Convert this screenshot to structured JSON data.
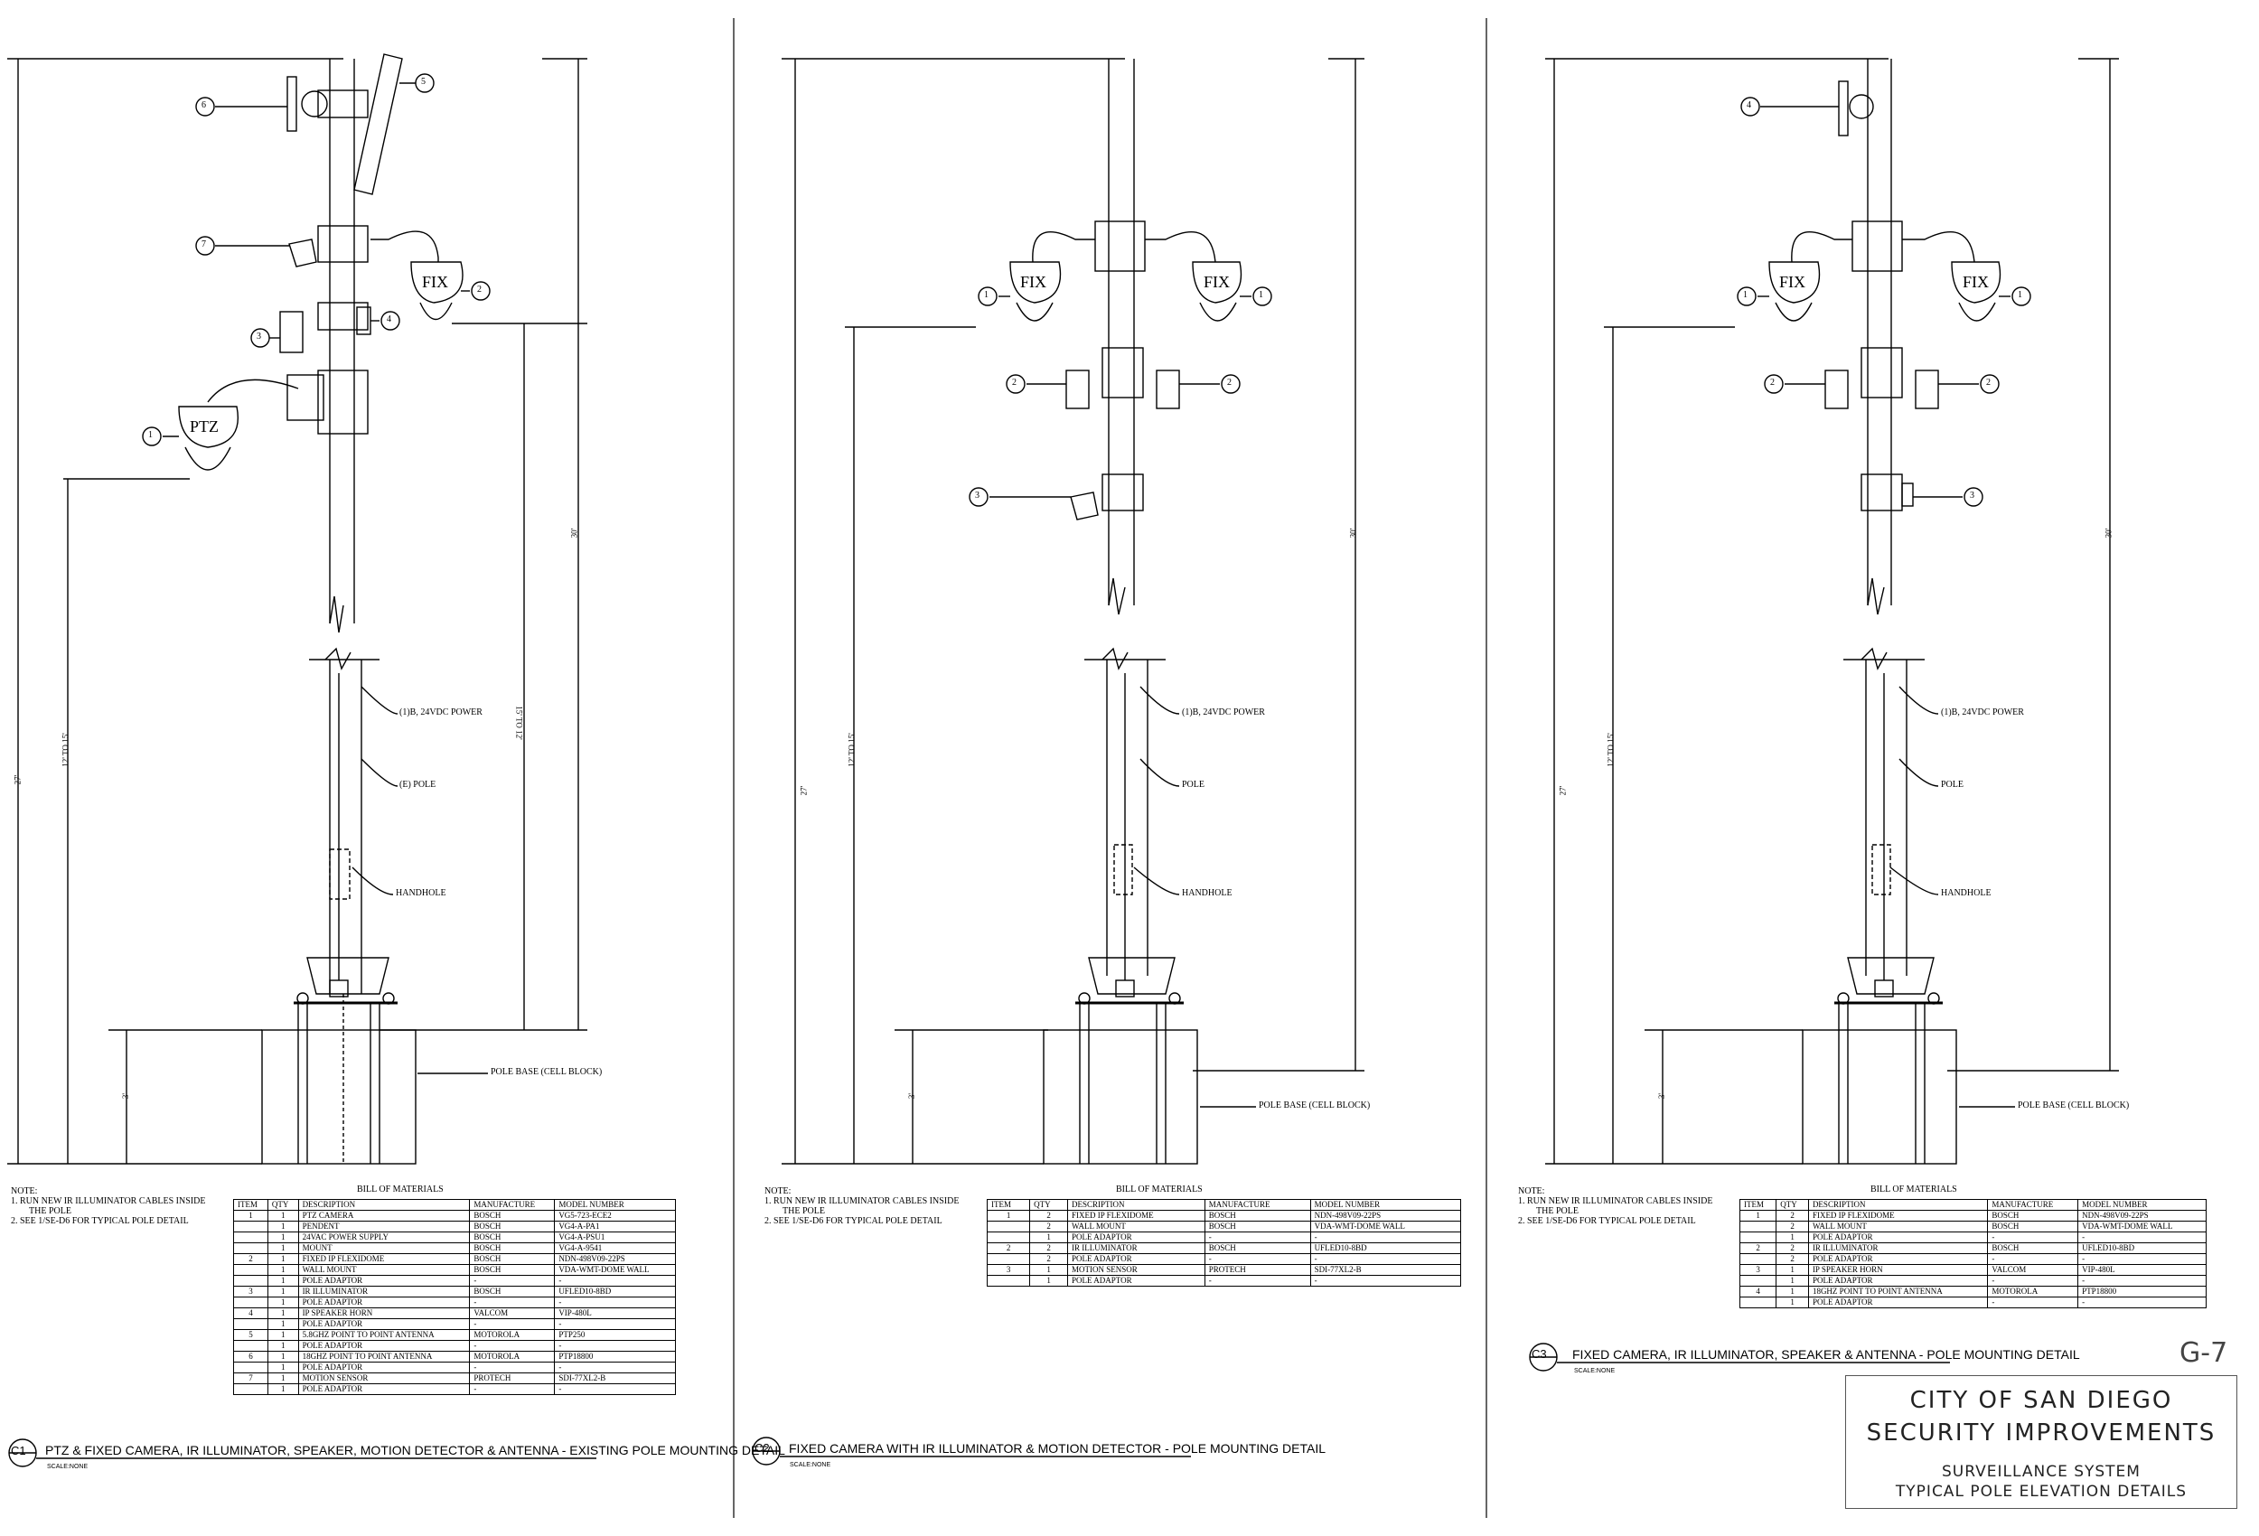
{
  "sheet": {
    "number": "G-7",
    "client": "CITY OF SAN DIEGO",
    "project": "SECURITY IMPROVEMENTS",
    "system": "SURVEILLANCE SYSTEM",
    "sheet_title": "TYPICAL POLE ELEVATION DETAILS"
  },
  "common": {
    "note_header": "NOTE:",
    "note1": "1.   RUN NEW IR ILLUMINATOR CABLES INSIDE",
    "note1b": "THE POLE",
    "note2": "2.   SEE 1/SE-D6 FOR TYPICAL POLE DETAIL",
    "bom_title": "BILL OF MATERIALS",
    "headers": [
      "ITEM",
      "QTY",
      "DESCRIPTION",
      "MANUFACTURE",
      "MODEL NUMBER"
    ],
    "power": "(1)B, 24VDC POWER",
    "handhole": "HANDHOLE",
    "pole_base": "POLE BASE (CELL BLOCK)",
    "dim_30": "30'",
    "dim_27": "27'",
    "dim_12_15": "12' TO 15'",
    "dim_15_12": "15' TO 12'",
    "dim_3": "3'",
    "scale": "SCALE:NONE",
    "fix": "FIX",
    "ptz": "PTZ"
  },
  "details": [
    {
      "id": "C1",
      "title": "PTZ & FIXED CAMERA, IR ILLUMINATOR, SPEAKER, MOTION DETECTOR & ANTENNA - EXISTING POLE MOUNTING DETAIL",
      "pole": "(E) POLE",
      "rows": [
        [
          "1",
          "1",
          "PTZ CAMERA",
          "BOSCH",
          "VG5-723-ECE2"
        ],
        [
          "",
          "1",
          "PENDENT",
          "BOSCH",
          "VG4-A-PA1"
        ],
        [
          "",
          "1",
          "24VAC POWER SUPPLY",
          "BOSCH",
          "VG4-A-PSU1"
        ],
        [
          "",
          "1",
          "MOUNT",
          "BOSCH",
          "VG4-A-9541"
        ],
        [
          "2",
          "1",
          "FIXED IP FLEXIDOME",
          "BOSCH",
          "NDN-498V09-22PS"
        ],
        [
          "",
          "1",
          "WALL MOUNT",
          "BOSCH",
          "VDA-WMT-DOME WALL"
        ],
        [
          "",
          "1",
          "POLE ADAPTOR",
          "-",
          "-"
        ],
        [
          "3",
          "1",
          "IR ILLUMINATOR",
          "BOSCH",
          "UFLED10-8BD"
        ],
        [
          "",
          "1",
          "POLE ADAPTOR",
          "-",
          "-"
        ],
        [
          "4",
          "1",
          "IP SPEAKER HORN",
          "VALCOM",
          "VIP-480L"
        ],
        [
          "",
          "1",
          "POLE ADAPTOR",
          "-",
          "-"
        ],
        [
          "5",
          "1",
          "5.8GHZ POINT TO POINT ANTENNA",
          "MOTOROLA",
          "PTP250"
        ],
        [
          "",
          "1",
          "POLE ADAPTOR",
          "-",
          "-"
        ],
        [
          "6",
          "1",
          "18GHZ POINT TO POINT ANTENNA",
          "MOTOROLA",
          "PTP18800"
        ],
        [
          "",
          "1",
          "POLE ADAPTOR",
          "-",
          "-"
        ],
        [
          "7",
          "1",
          "MOTION SENSOR",
          "PROTECH",
          "SDI-77XL2-B"
        ],
        [
          "",
          "1",
          "POLE ADAPTOR",
          "-",
          "-"
        ]
      ]
    },
    {
      "id": "C2",
      "title": "FIXED CAMERA WITH IR ILLUMINATOR & MOTION DETECTOR - POLE MOUNTING DETAIL",
      "pole": "POLE",
      "rows": [
        [
          "1",
          "2",
          "FIXED IP FLEXIDOME",
          "BOSCH",
          "NDN-498V09-22PS"
        ],
        [
          "",
          "2",
          "WALL MOUNT",
          "BOSCH",
          "VDA-WMT-DOME WALL"
        ],
        [
          "",
          "1",
          "POLE ADAPTOR",
          "-",
          "-"
        ],
        [
          "2",
          "2",
          "IR ILLUMINATOR",
          "BOSCH",
          "UFLED10-8BD"
        ],
        [
          "",
          "2",
          "POLE ADAPTOR",
          "-",
          "-"
        ],
        [
          "3",
          "1",
          "MOTION SENSOR",
          "PROTECH",
          "SDI-77XL2-B"
        ],
        [
          "",
          "1",
          "POLE ADAPTOR",
          "-",
          "-"
        ]
      ]
    },
    {
      "id": "C3",
      "title": "FIXED CAMERA, IR ILLUMINATOR, SPEAKER & ANTENNA - POLE MOUNTING DETAIL",
      "pole": "POLE",
      "rows": [
        [
          "1",
          "2",
          "FIXED IP FLEXIDOME",
          "BOSCH",
          "NDN-498V09-22PS"
        ],
        [
          "",
          "2",
          "WALL MOUNT",
          "BOSCH",
          "VDA-WMT-DOME WALL"
        ],
        [
          "",
          "1",
          "POLE ADAPTOR",
          "-",
          "-"
        ],
        [
          "2",
          "2",
          "IR ILLUMINATOR",
          "BOSCH",
          "UFLED10-8BD"
        ],
        [
          "",
          "2",
          "POLE ADAPTOR",
          "-",
          "-"
        ],
        [
          "3",
          "1",
          "IP SPEAKER HORN",
          "VALCOM",
          "VIP-480L"
        ],
        [
          "",
          "1",
          "POLE ADAPTOR",
          "-",
          "-"
        ],
        [
          "4",
          "1",
          "18GHZ POINT TO POINT ANTENNA",
          "MOTOROLA",
          "PTP18800"
        ],
        [
          "",
          "1",
          "POLE ADAPTOR",
          "-",
          "-"
        ]
      ]
    }
  ],
  "callouts": {
    "c1": [
      "6",
      "5",
      "7",
      "2",
      "3",
      "4",
      "1"
    ],
    "c2": [
      "1",
      "1",
      "2",
      "2",
      "3"
    ],
    "c3": [
      "4",
      "1",
      "1",
      "2",
      "2",
      "3"
    ]
  }
}
